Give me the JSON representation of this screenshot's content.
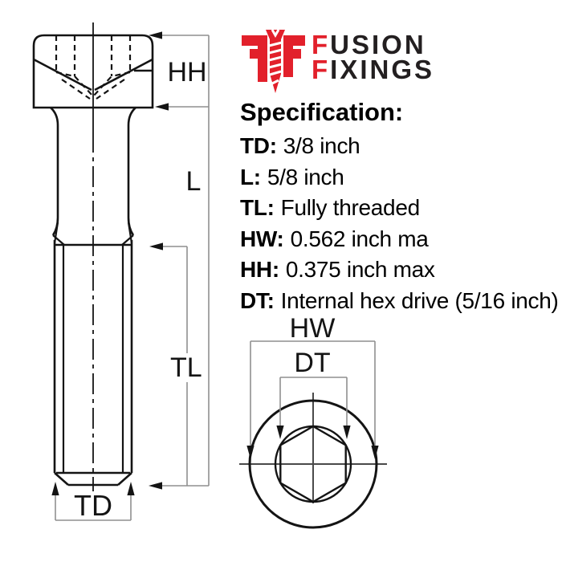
{
  "logo": {
    "mark": "fusion-fixings-screw-monogram",
    "line1_initial": "F",
    "line1_rest": "USION",
    "line2_initial": "F",
    "line2_rest": "IXINGS",
    "red": "#e2202b",
    "dark": "#231f20"
  },
  "specification": {
    "title": "Specification:",
    "items": [
      {
        "label": "TD:",
        "value": "3/8 inch"
      },
      {
        "label": "L:",
        "value": "5/8 inch"
      },
      {
        "label": "TL:",
        "value": "Fully threaded"
      },
      {
        "label": "HW:",
        "value": "0.562 inch ma"
      },
      {
        "label": "HH:",
        "value": "0.375 inch max"
      },
      {
        "label": "DT:",
        "value": "Internal hex drive (5/16 inch)"
      }
    ]
  },
  "side_view": {
    "dim_hh": "HH",
    "dim_l": "L",
    "dim_tl": "TL",
    "dim_td": "TD"
  },
  "top_view": {
    "dim_hw": "HW",
    "dim_dt": "DT"
  },
  "colors": {
    "drawing_line": "#141414",
    "dimension_line": "#8f8f8f"
  }
}
